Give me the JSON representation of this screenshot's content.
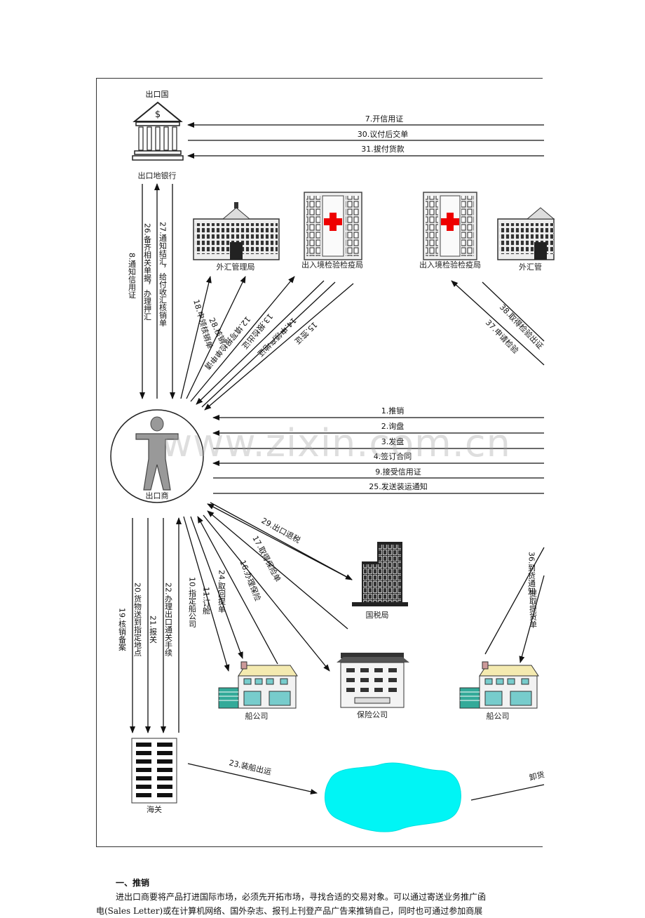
{
  "top_label": "出口国",
  "watermark": "www.zixin.com.cn",
  "entities": {
    "bank": "出口地银行",
    "forex_left": "外汇管理局",
    "inspection_left": "出入境检验检疫局",
    "inspection_right": "出入境检验检疫局",
    "forex_right": "外汇管",
    "exporter": "出口商",
    "tax": "国税局",
    "ship_left": "船公司",
    "insurance": "保险公司",
    "ship_right": "船公司",
    "customs": "海关"
  },
  "flows_top": [
    "7.开信用证",
    "30.议付后交单",
    "31.拔付货款"
  ],
  "flows_mid": [
    "1.推销",
    "2.询盘",
    "3.发盘",
    "4.签订合同",
    "9.接受信用证",
    "25.发送装运通知"
  ],
  "flows_bank": {
    "f8": "8.通知信用证",
    "f26": "26.备齐相关单据，办理押汇",
    "f27": "27.通知结汇，给付收汇核销单"
  },
  "flows_diag_left": {
    "f18": "18.申领核销单",
    "f28": "28.核销",
    "f12": "12.填写报检单申请",
    "f13": "13.报检出证",
    "f14": "14.申领产地证",
    "f15": "15.签证"
  },
  "flows_diag_right": {
    "f38": "38.取得检验出证",
    "f37": "37.申请检验"
  },
  "flows_bottom": {
    "f19": "19.核销备案",
    "f20": "20.货物送到指定地点",
    "f21": "21.报关",
    "f22": "22.办理出口通关手续",
    "f10": "10.指定船公司",
    "f11": "11.订舱",
    "f24": "24.取回提单",
    "f16": "16.办理保险",
    "f17": "17.取得保险单",
    "f29": "29.出口退税",
    "f23": "23.装船出运",
    "f36": "36.到货通知",
    "fpick": "提取提货单",
    "funload": "卸货"
  },
  "document": {
    "heading": "一、推销",
    "para1": "进出口商要将产品打进国际市场，必须先开拓市场，寻找合适的交易对象。可以通过寄送业务推广函",
    "para2": "电(Sales Letter)或在计算机网络、国外杂志、报刊上刊登产品广告来推销自己，同时也可通过参加商展"
  }
}
